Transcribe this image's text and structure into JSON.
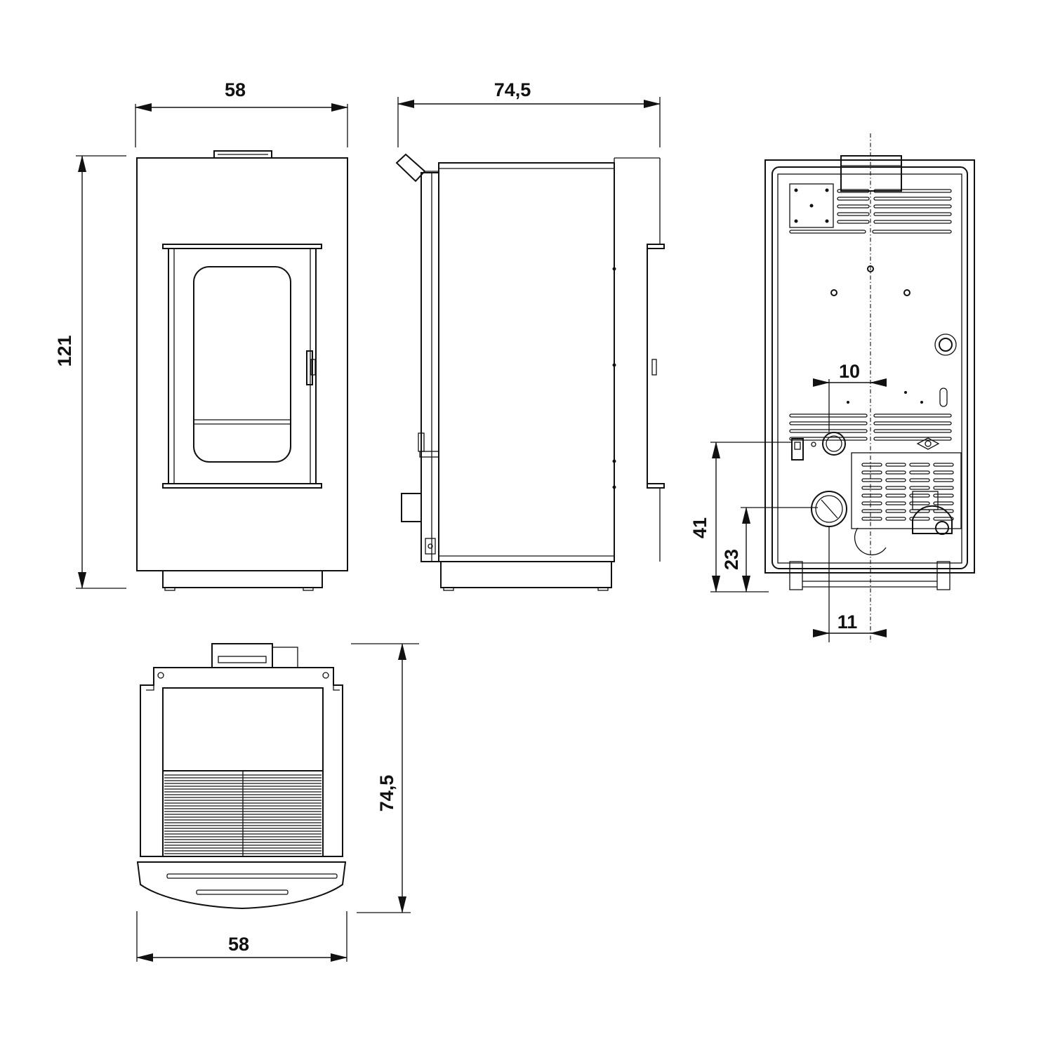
{
  "dimensions": {
    "front_width": "58",
    "front_height": "121",
    "side_depth": "74,5",
    "rear_outlet_offset_top": "10",
    "rear_inlet_height": "41",
    "rear_outlet_height": "23",
    "rear_outlet_offset_bottom": "11",
    "top_depth": "74,5",
    "top_width": "58"
  }
}
